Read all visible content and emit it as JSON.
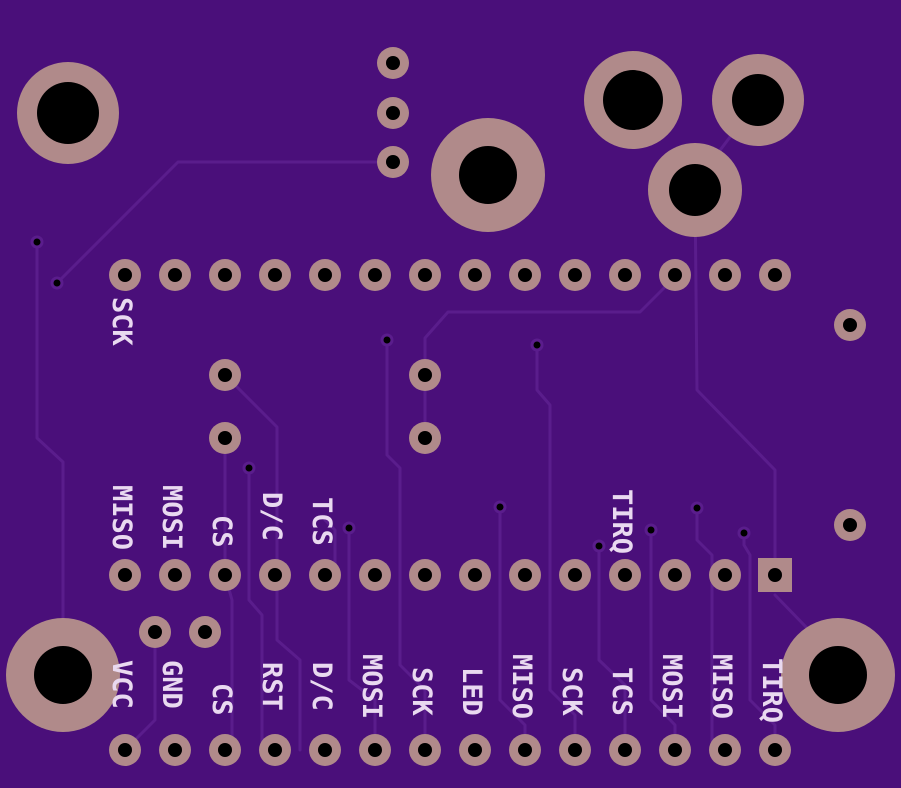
{
  "colors": {
    "board": "#4a0f7a",
    "trace": "#5a1d8c",
    "copper": "#b08a8a",
    "drill": "#000000",
    "silk": "#e9d9f0"
  },
  "labels": {
    "top_sck": "SCK",
    "miso_1": "MISO",
    "mosi_1": "MOSI",
    "cs_1": "CS",
    "dc_1": "D/C",
    "tcs_1": "TCS",
    "tirq_1": "TIRQ",
    "bottom": {
      "vcc": "VCC",
      "gnd": "GND",
      "cs": "CS",
      "rst": "RST",
      "dc": "D/C",
      "mosi": "MOSI",
      "sck": "SCK",
      "led": "LED",
      "miso": "MISO",
      "sck2": "SCK",
      "tcs": "TCS",
      "mosi2": "MOSI",
      "miso2": "MISO",
      "tirq": "TIRQ"
    }
  }
}
